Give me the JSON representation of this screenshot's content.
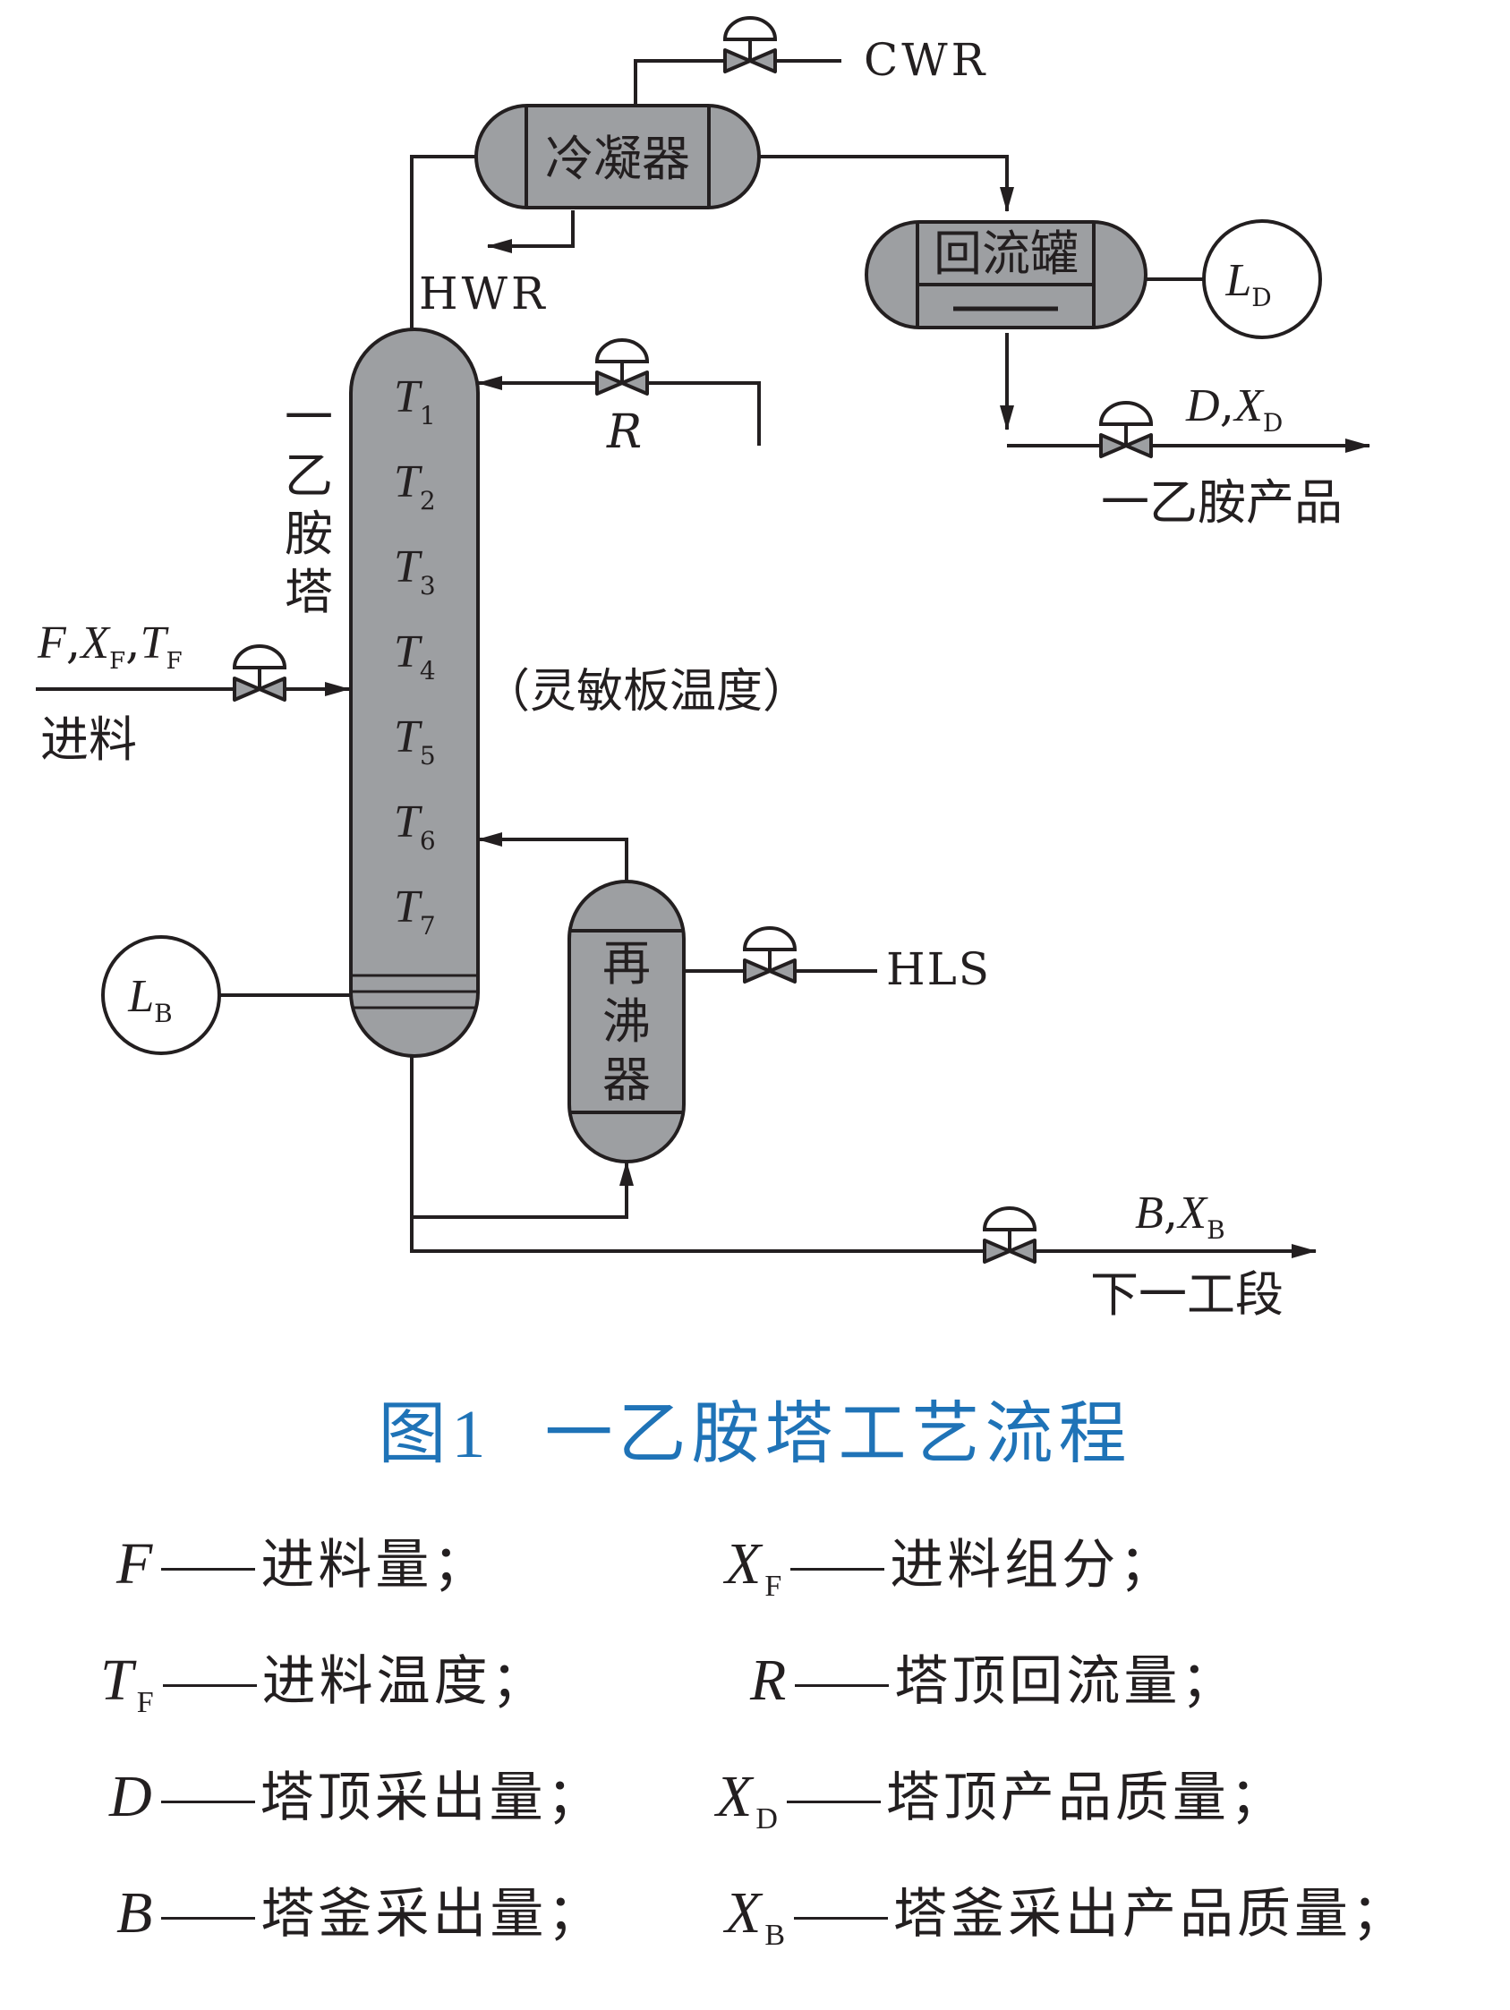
{
  "diagram": {
    "tower_label": [
      "一",
      "乙",
      "胺",
      "塔"
    ],
    "condenser": "冷凝器",
    "reflux_drum": "回流罐",
    "reboiler": [
      "再",
      "沸",
      "器"
    ],
    "cwr": "CWR",
    "hwr": "HWR",
    "hls": "HLS",
    "level_top": {
      "sym": "L",
      "sub": "D"
    },
    "level_bottom": {
      "sym": "L",
      "sub": "B"
    },
    "reflux": "R",
    "distillate": {
      "a": "D",
      "b": "X",
      "sub": "D"
    },
    "distillate_label": "一乙胺产品",
    "bottoms": {
      "a": "B",
      "b": "X",
      "sub": "B"
    },
    "bottoms_label": "下一工段",
    "feed": {
      "a": "F",
      "b": "X",
      "b_sub": "F",
      "c": "T",
      "c_sub": "F"
    },
    "feed_label": "进料",
    "sensitive_plate": "（灵敏板温度）",
    "temps": [
      {
        "sym": "T",
        "sub": "1"
      },
      {
        "sym": "T",
        "sub": "2"
      },
      {
        "sym": "T",
        "sub": "3"
      },
      {
        "sym": "T",
        "sub": "4"
      },
      {
        "sym": "T",
        "sub": "5"
      },
      {
        "sym": "T",
        "sub": "6"
      },
      {
        "sym": "T",
        "sub": "7"
      }
    ]
  },
  "caption": {
    "number": "图1",
    "title": "一乙胺塔工艺流程"
  },
  "legend": [
    {
      "sym": "F",
      "sub": "",
      "desc": "进料量；"
    },
    {
      "sym": "X",
      "sub": "F",
      "desc": "进料组分；"
    },
    {
      "sym": "T",
      "sub": "F",
      "desc": "进料温度；"
    },
    {
      "sym": "R",
      "sub": "",
      "desc": "塔顶回流量；"
    },
    {
      "sym": "D",
      "sub": "",
      "desc": "塔顶采出量；"
    },
    {
      "sym": "X",
      "sub": "D",
      "desc": "塔顶产品质量；"
    },
    {
      "sym": "B",
      "sub": "",
      "desc": "塔釜采出量；"
    },
    {
      "sym": "X",
      "sub": "B",
      "desc": "塔釜采出产品质量；"
    }
  ],
  "colors": {
    "vessel_fill": "#9d9fa2",
    "line": "#231f20",
    "caption": "#1f73b7"
  }
}
